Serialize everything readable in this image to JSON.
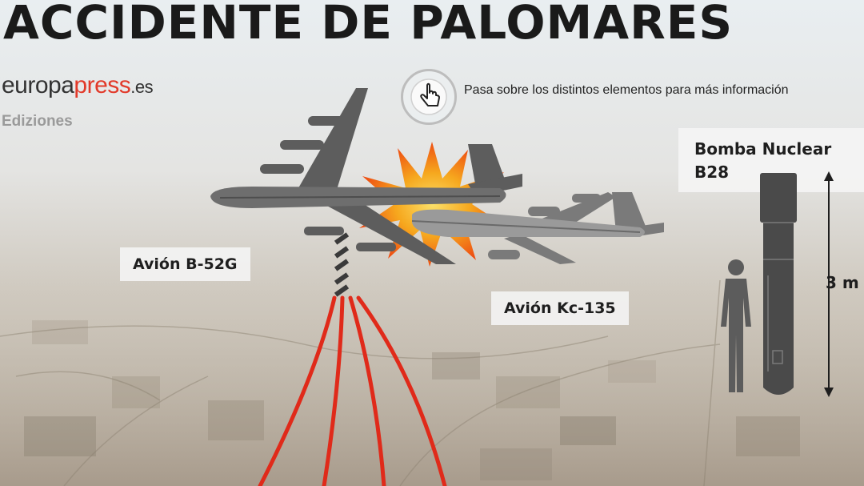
{
  "title": "ACCIDENTE DE PALOMARES",
  "brand": {
    "part1": "europa",
    "part2": "press",
    "part3": ".es"
  },
  "editions_label": "Ediziones",
  "hint": {
    "text": "Pasa sobre los distintos elementos para más información",
    "icon": "hand-pointer-icon"
  },
  "labels": {
    "b52": "Avión B-52G",
    "kc135": "Avión Kc-135",
    "bomb_line1": "Bomba Nuclear",
    "bomb_line2": "B28",
    "bomb_length": "3 m"
  },
  "colors": {
    "accent_red": "#e23a2a",
    "bomb_trail": "#e02a1a",
    "explosion_orange": "#f07a1a",
    "explosion_yellow": "#f7c21e",
    "aircraft_gray": "#6d6d6d",
    "title_black": "#1a1a1a"
  }
}
